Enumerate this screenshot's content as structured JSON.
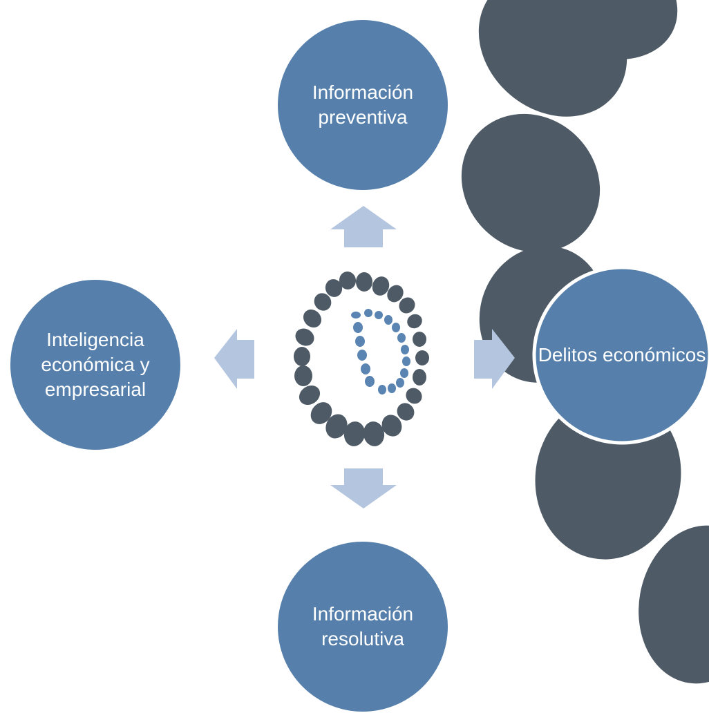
{
  "diagram": {
    "nodes": {
      "top": "Información preventiva",
      "left": "Inteligencia económica y empresarial",
      "right": "Delitos económicos",
      "bottom": "Información resolutiva"
    },
    "center_logo": {
      "letter": "D",
      "icon": "d-dots-logo"
    },
    "arrows": [
      "up",
      "left",
      "right",
      "down"
    ]
  },
  "colors": {
    "node_fill": "#5680ab",
    "arrow_fill": "#b4c5df",
    "dark_dots": "#4e5a65",
    "logo_dots_blue": "#5a84b2"
  }
}
